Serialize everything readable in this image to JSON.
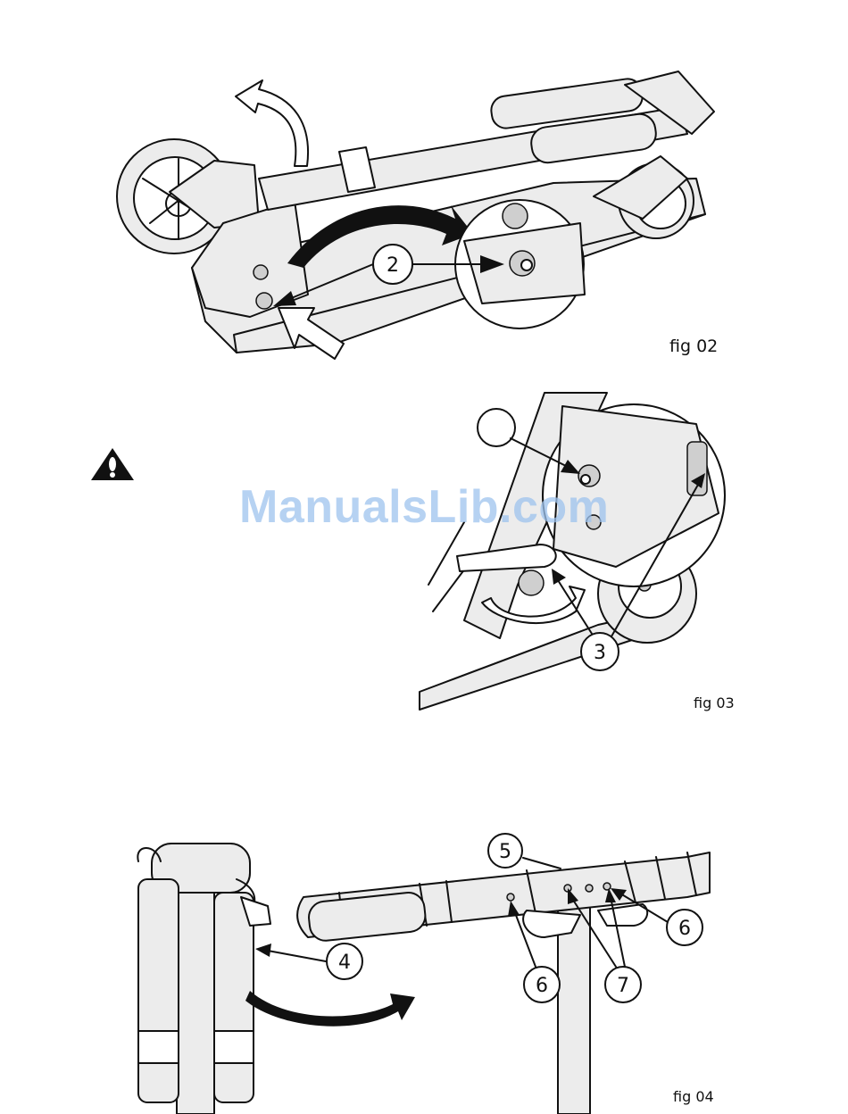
{
  "watermark": "ManualsLib.com",
  "figures": {
    "fig02": {
      "caption": "fig 02",
      "callouts": [
        "2"
      ]
    },
    "fig03": {
      "caption": "fig 03",
      "callouts": [
        "",
        "3"
      ]
    },
    "fig04": {
      "caption": "fig 04",
      "callouts": [
        "4",
        "5",
        "6",
        "6",
        "7"
      ]
    }
  },
  "icons": {
    "warning": "warning-triangle-icon"
  }
}
